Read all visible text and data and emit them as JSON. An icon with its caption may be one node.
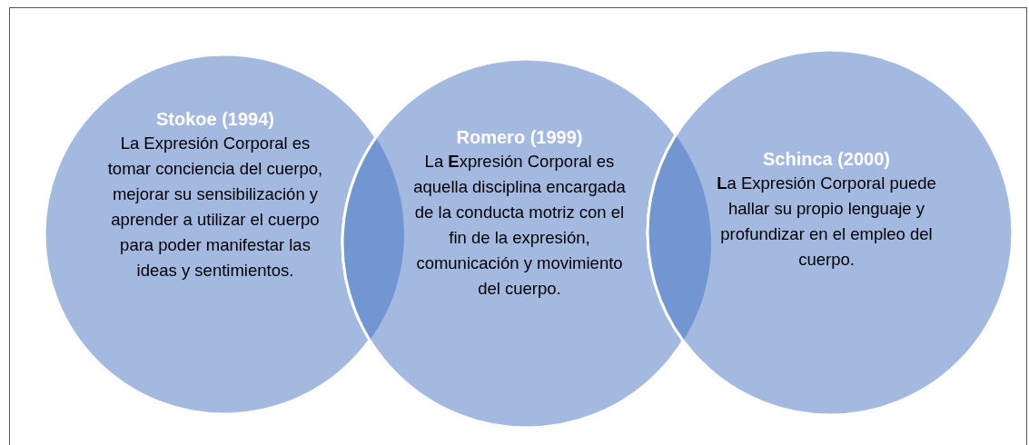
{
  "diagram": {
    "nodes": [
      {
        "text": [
          "Stokoe (1994)",
          "La Expresión Corporal es tomar conciencia del cuerpo, mejorar su sensibilización y aprender a utilizar el cuerpo para poder manifestar las ideas y sentimientos."
        ]
      },
      {
        "text": [
          "Romero (1999)",
          "La **E**xpresión Corporal es aquella disciplina encargada de la conducta motriz con el fin de la expresión, comunicación y movimiento del cuerpo."
        ]
      },
      {
        "text": [
          "Schinca (2000)",
          "**L**a Expresión Corporal puede hallar su propio lenguaje y profundizar en el empleo del cuerpo."
        ]
      }
    ]
  }
}
